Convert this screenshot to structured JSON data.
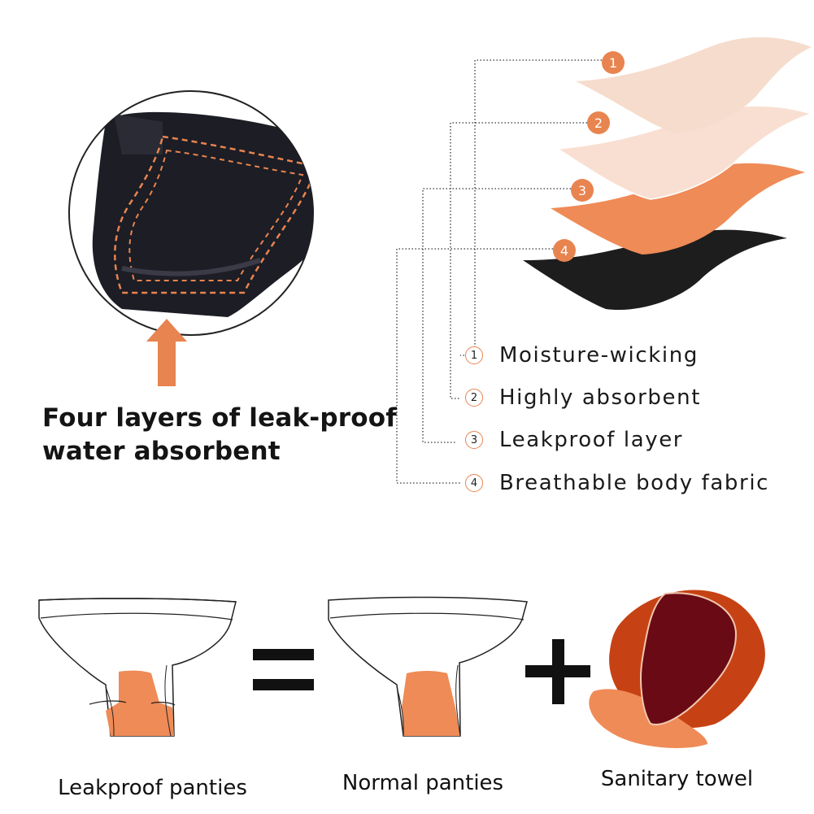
{
  "headline": {
    "line1": "Four layers of leak-proof",
    "line2": "water absorbent"
  },
  "layers": [
    {
      "num": "1",
      "label": "Moisture-wicking"
    },
    {
      "num": "2",
      "label": "Highly absorbent"
    },
    {
      "num": "3",
      "label": "Leakproof layer"
    },
    {
      "num": "4",
      "label": "Breathable body fabric"
    }
  ],
  "equation": {
    "left_caption": "Leakproof panties",
    "middle_caption": "Normal panties",
    "right_caption": "Sanitary towel",
    "equals_symbol": "=",
    "plus_symbol": "+"
  },
  "colors": {
    "accent": "#e8844f",
    "layer1": "#f6dccc",
    "layer2": "#f9dfd2",
    "layer3": "#ef8b57",
    "layer4": "#1d1d1d",
    "pad_outer": "#c64214",
    "pad_inner": "#6a0a14",
    "garment": "#1c1d25"
  }
}
